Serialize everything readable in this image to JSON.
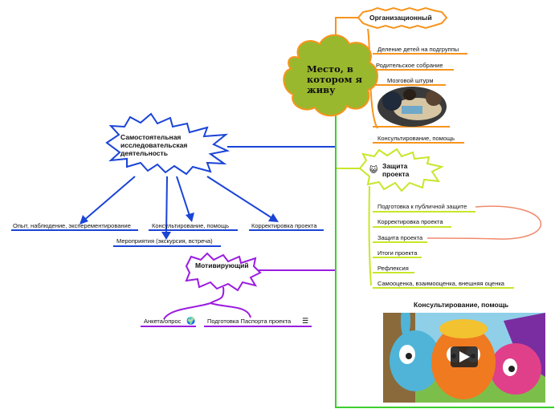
{
  "central": {
    "title": "Место, в котором я живу",
    "color": "#9ab82e"
  },
  "branches": {
    "org": {
      "title": "Организационный",
      "color": "#f7941d",
      "items": [
        "Деление детей на подгруппы",
        "Родительское собрание",
        "Мозговой штурм",
        "Консультирование, помощь"
      ]
    },
    "defense": {
      "title": "Защита проекта",
      "icon": "cat-face-icon",
      "color": "#c8e62a",
      "items": [
        "Подготовка к публичной защите",
        "Корректировка проекта",
        "Защита проекта",
        "Итоги проекта",
        "Рефлексия",
        "Самооценка, взаимооценка, внешняя оценка"
      ]
    },
    "research": {
      "title": "Самостоятельная исследовательская деятельность",
      "color": "#1a44d6",
      "items": [
        "Опыт, наблюдение, эксперементирование",
        "Консультирование, помощь",
        "Мероприятия (экскурсия, встреча)",
        "Корректировка проекта"
      ]
    },
    "motivating": {
      "title": "Мотивирующий",
      "color": "#9b1ce0",
      "items": [
        "Анкета/опрос",
        "Подготовка Паспорта проекта"
      ],
      "item_icons": [
        "globe-icon",
        "notes-icon"
      ]
    },
    "consult": {
      "title": "Консультирование, помощь",
      "color": "#3ccf2b"
    }
  },
  "relationship_color": "#f08a6a"
}
